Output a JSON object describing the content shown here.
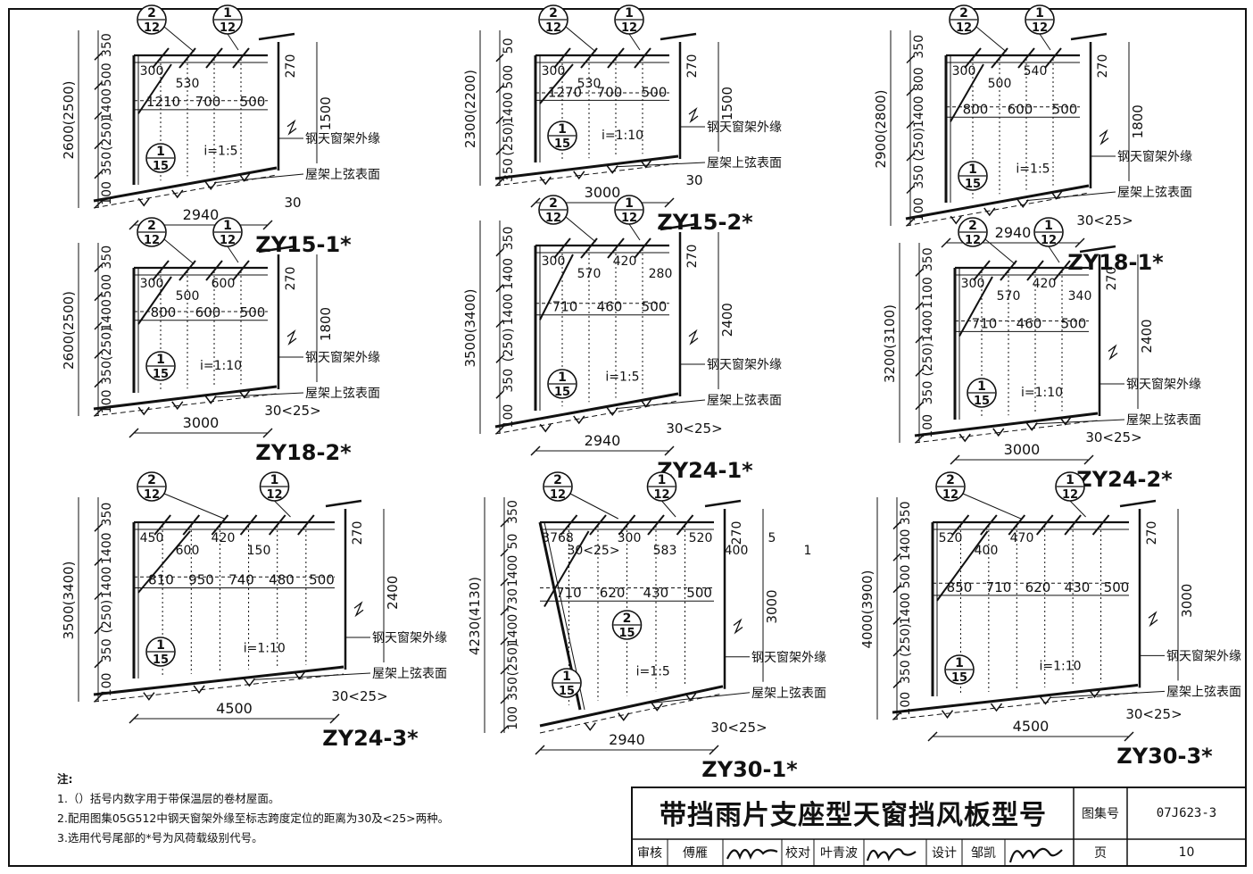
{
  "sheet": {
    "title": "带挡雨片支座型天窗挡风板型号",
    "atlas_label": "图集号",
    "atlas_no": "07J623-3",
    "page_label": "页",
    "page_no": "10",
    "signoffs": [
      {
        "role": "审核",
        "name": "傅雁"
      },
      {
        "role": "校对",
        "name": "叶青波"
      },
      {
        "role": "设计",
        "name": "邹凯"
      }
    ]
  },
  "notes": {
    "heading": "注:",
    "items": [
      "1.（）括号内数字用于带保温层的卷材屋面。",
      "2.配用图集05G512中钢天窗架外缘至标志跨度定位的距离为30及<25>两种。",
      "3.选用代号尾部的*号为风荷载级别代号。"
    ]
  },
  "labels": {
    "truss_edge": "钢天窗架外缘",
    "chord_surface": "屋架上弦表面"
  },
  "details": [
    {
      "num": "2",
      "den": "12"
    },
    {
      "num": "1",
      "den": "12"
    },
    {
      "num": "1",
      "den": "15"
    },
    {
      "num": "2",
      "den": "15"
    }
  ],
  "panels": [
    {
      "code": "ZY15-1*",
      "height": "2600(2500)",
      "span": "2940",
      "slope": "i=1:5",
      "right_h": "1500",
      "offset": "30",
      "vdims": [
        "100",
        "350",
        "(250)",
        "1400",
        "500",
        "350"
      ],
      "inner": [
        "1210",
        "700",
        "500"
      ],
      "top": [
        "300",
        "530"
      ],
      "ridge": "270"
    },
    {
      "code": "ZY15-2*",
      "height": "2300(2200)",
      "span": "3000",
      "slope": "i=1:10",
      "right_h": "1500",
      "offset": "30",
      "vdims": [
        "350",
        "(250)",
        "1400",
        "500",
        "50"
      ],
      "inner": [
        "1270",
        "700",
        "500"
      ],
      "top": [
        "300",
        "530"
      ],
      "ridge": "270"
    },
    {
      "code": "ZY18-1*",
      "height": "2900(2800)",
      "span": "2940",
      "slope": "i=1:5",
      "right_h": "1800",
      "offset": "30<25>",
      "vdims": [
        "100",
        "350",
        "(250)",
        "1400",
        "800",
        "350"
      ],
      "inner": [
        "800",
        "600",
        "500"
      ],
      "top": [
        "300",
        "500",
        "540"
      ],
      "ridge": "270"
    },
    {
      "code": "ZY18-2*",
      "height": "2600(2500)",
      "span": "3000",
      "slope": "i=1:10",
      "right_h": "1800",
      "offset": "30<25>",
      "vdims": [
        "100",
        "350",
        "(250)",
        "1400",
        "500",
        "350"
      ],
      "inner": [
        "800",
        "600",
        "500"
      ],
      "top": [
        "300",
        "500",
        "600"
      ],
      "ridge": "270"
    },
    {
      "code": "ZY24-1*",
      "height": "3500(3400)",
      "span": "2940",
      "slope": "i=1:5",
      "right_h": "2400",
      "offset": "30<25>",
      "vdims": [
        "100",
        "350",
        "(250)",
        "1400",
        "1400",
        "350"
      ],
      "inner": [
        "710",
        "460",
        "500"
      ],
      "top": [
        "300",
        "570",
        "420",
        "280"
      ],
      "ridge": "270"
    },
    {
      "code": "ZY24-2*",
      "height": "3200(3100)",
      "span": "3000",
      "slope": "i=1:10",
      "right_h": "2400",
      "offset": "30<25>",
      "vdims": [
        "100",
        "350",
        "(250)",
        "1400",
        "1100",
        "350"
      ],
      "inner": [
        "710",
        "460",
        "500"
      ],
      "top": [
        "300",
        "570",
        "420",
        "340"
      ],
      "ridge": "270"
    },
    {
      "code": "ZY24-3*",
      "height": "3500(3400)",
      "span": "4500",
      "slope": "i=1:10",
      "right_h": "2400",
      "offset": "30<25>",
      "vdims": [
        "100",
        "350",
        "(250)",
        "1400",
        "1400",
        "350"
      ],
      "inner": [
        "810",
        "950",
        "740",
        "480",
        "500"
      ],
      "top": [
        "450",
        "600",
        "420",
        "150"
      ],
      "ridge": "270"
    },
    {
      "code": "ZY30-1*",
      "height": "4230(4130)",
      "span": "2940",
      "slope": "i=1:5",
      "right_h": "3000",
      "offset": "30<25>",
      "vdims": [
        "100",
        "350",
        "(250)",
        "1400",
        "730",
        "1400",
        "50",
        "350"
      ],
      "inner": [
        "710",
        "620",
        "430",
        "500"
      ],
      "top": [
        "3768",
        "30<25>",
        "300",
        "583",
        "520",
        "400",
        "5",
        "1"
      ],
      "ridge": "270"
    },
    {
      "code": "ZY30-3*",
      "height": "4000(3900)",
      "span": "4500",
      "slope": "i=1:10",
      "right_h": "3000",
      "offset": "30<25>",
      "vdims": [
        "100",
        "350",
        "(250)",
        "1400",
        "500",
        "1400",
        "350"
      ],
      "inner": [
        "850",
        "710",
        "620",
        "430",
        "500"
      ],
      "top": [
        "520",
        "400",
        "470"
      ],
      "ridge": "270"
    }
  ]
}
